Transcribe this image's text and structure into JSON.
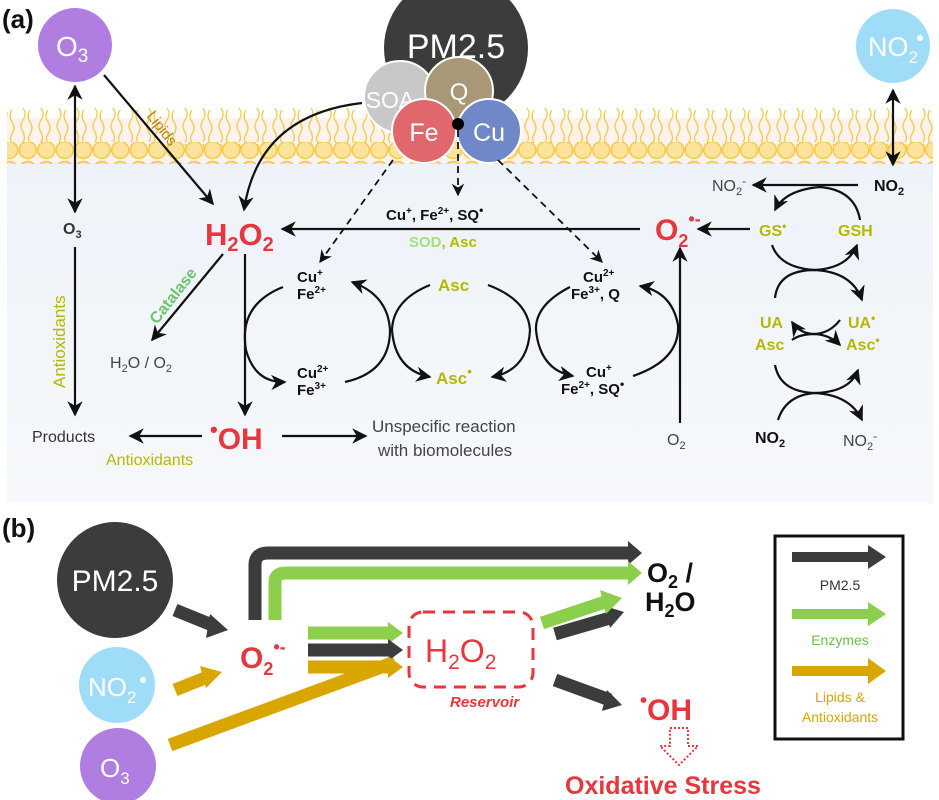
{
  "panel_a": {
    "label": "(a)",
    "o3_outside": {
      "main": "O",
      "sub": "3"
    },
    "pm25": "PM2.5",
    "soa": "SOA",
    "q": "Q",
    "fe": "Fe",
    "cu": "Cu",
    "no2_outside": {
      "main": "NO",
      "sub": "2",
      "sup": "•"
    },
    "lipids": "Lipids",
    "o3_inside": {
      "main": "O",
      "sub": "3"
    },
    "antioxidants_vertical": "Antioxidants",
    "h2o2": {
      "a": "H",
      "s1": "2",
      "b": "O",
      "s2": "2"
    },
    "catalase": "Catalase",
    "h2o_o2": {
      "a": "H",
      "s1": "2",
      "b": "O / O",
      "s2": "2"
    },
    "products": "Products",
    "antioxidants_bottom": "Antioxidants",
    "oh": {
      "dot": "•",
      "main": "OH"
    },
    "unspecific_line1": "Unspecific reaction",
    "unspecific_line2": "with biomolecules",
    "top_reactants": {
      "a": "Cu",
      "a_sup": "+",
      "b": ", Fe",
      "b_sup": "2+",
      "c": ", SQ",
      "c_sup": "•"
    },
    "sod": "SOD",
    "asc_comma": ", Asc",
    "left_top": {
      "l1": "Cu",
      "l1_sup": "+",
      "l2": "Fe",
      "l2_sup": "2+"
    },
    "left_bottom": {
      "l1": "Cu",
      "l1_sup": "2+",
      "l2": "Fe",
      "l2_sup": "3+"
    },
    "asc_top": "Asc",
    "asc_bottom": {
      "main": "Asc",
      "sup": "•"
    },
    "right_top": {
      "l1": "Cu",
      "l1_sup": "2+",
      "l2": "Fe",
      "l2_sup": "3+",
      "l2_tail": ", Q"
    },
    "right_bottom": {
      "l1": "Cu",
      "l1_sup": "+",
      "l2": "Fe",
      "l2_sup": "2+",
      "l2_tail": ", SQ",
      "l2_tail_sup": "•"
    },
    "superoxide": {
      "main": "O",
      "sub": "2",
      "sup": "•-"
    },
    "o2": {
      "main": "O",
      "sub": "2"
    },
    "no2_minus_top": {
      "main": "NO",
      "sub": "2",
      "sup": "-"
    },
    "no2_radical_top": {
      "main": "NO",
      "sub": "2",
      "sup": "•"
    },
    "gs_radical": {
      "main": "GS",
      "sup": "•"
    },
    "gsh": "GSH",
    "ua": "UA",
    "asc_left": "Asc",
    "ua_radical": {
      "main": "UA",
      "sup": "•"
    },
    "asc_radical_right": {
      "main": "Asc",
      "sup": "•"
    },
    "no2_radical_bottom": {
      "main": "NO",
      "sub": "2",
      "sup": "•"
    },
    "no2_minus_bottom": {
      "main": "NO",
      "sub": "2",
      "sup": "-"
    }
  },
  "panel_b": {
    "label": "(b)",
    "pm25": "PM2.5",
    "no2": {
      "main": "NO",
      "sub": "2",
      "sup": "•"
    },
    "o3": {
      "main": "O",
      "sub": "3"
    },
    "superoxide": {
      "main": "O",
      "sub": "2",
      "sup": "•-"
    },
    "h2o2": {
      "a": "H",
      "s1": "2",
      "b": "O",
      "s2": "2"
    },
    "reservoir": "Reservoir",
    "o2_h2o_line1": {
      "main": "O",
      "sub": "2",
      "tail": " /"
    },
    "o2_h2o_line2": {
      "a": "H",
      "s1": "2",
      "b": "O"
    },
    "oh": {
      "dot": "•",
      "main": "OH"
    },
    "oxidative_stress": "Oxidative Stress",
    "legend": {
      "pm25": "PM2.5",
      "enzymes": "Enzymes",
      "lipids_line1": "Lipids &",
      "lipids_line2": "Antioxidants"
    }
  },
  "colors": {
    "red": "#e8363d",
    "olive": "#b5b800",
    "green": "#8ccf4d",
    "green_text": "#6cc46c",
    "gold": "#d9a600",
    "dark": "#3c3c3c",
    "purple": "#b07ee0",
    "lightblue": "#9fdcf7",
    "fe": "#e0676b",
    "cu": "#7087c8",
    "q": "#a99877",
    "soa": "#c8c8c8",
    "lipid": "#fbd97c"
  }
}
